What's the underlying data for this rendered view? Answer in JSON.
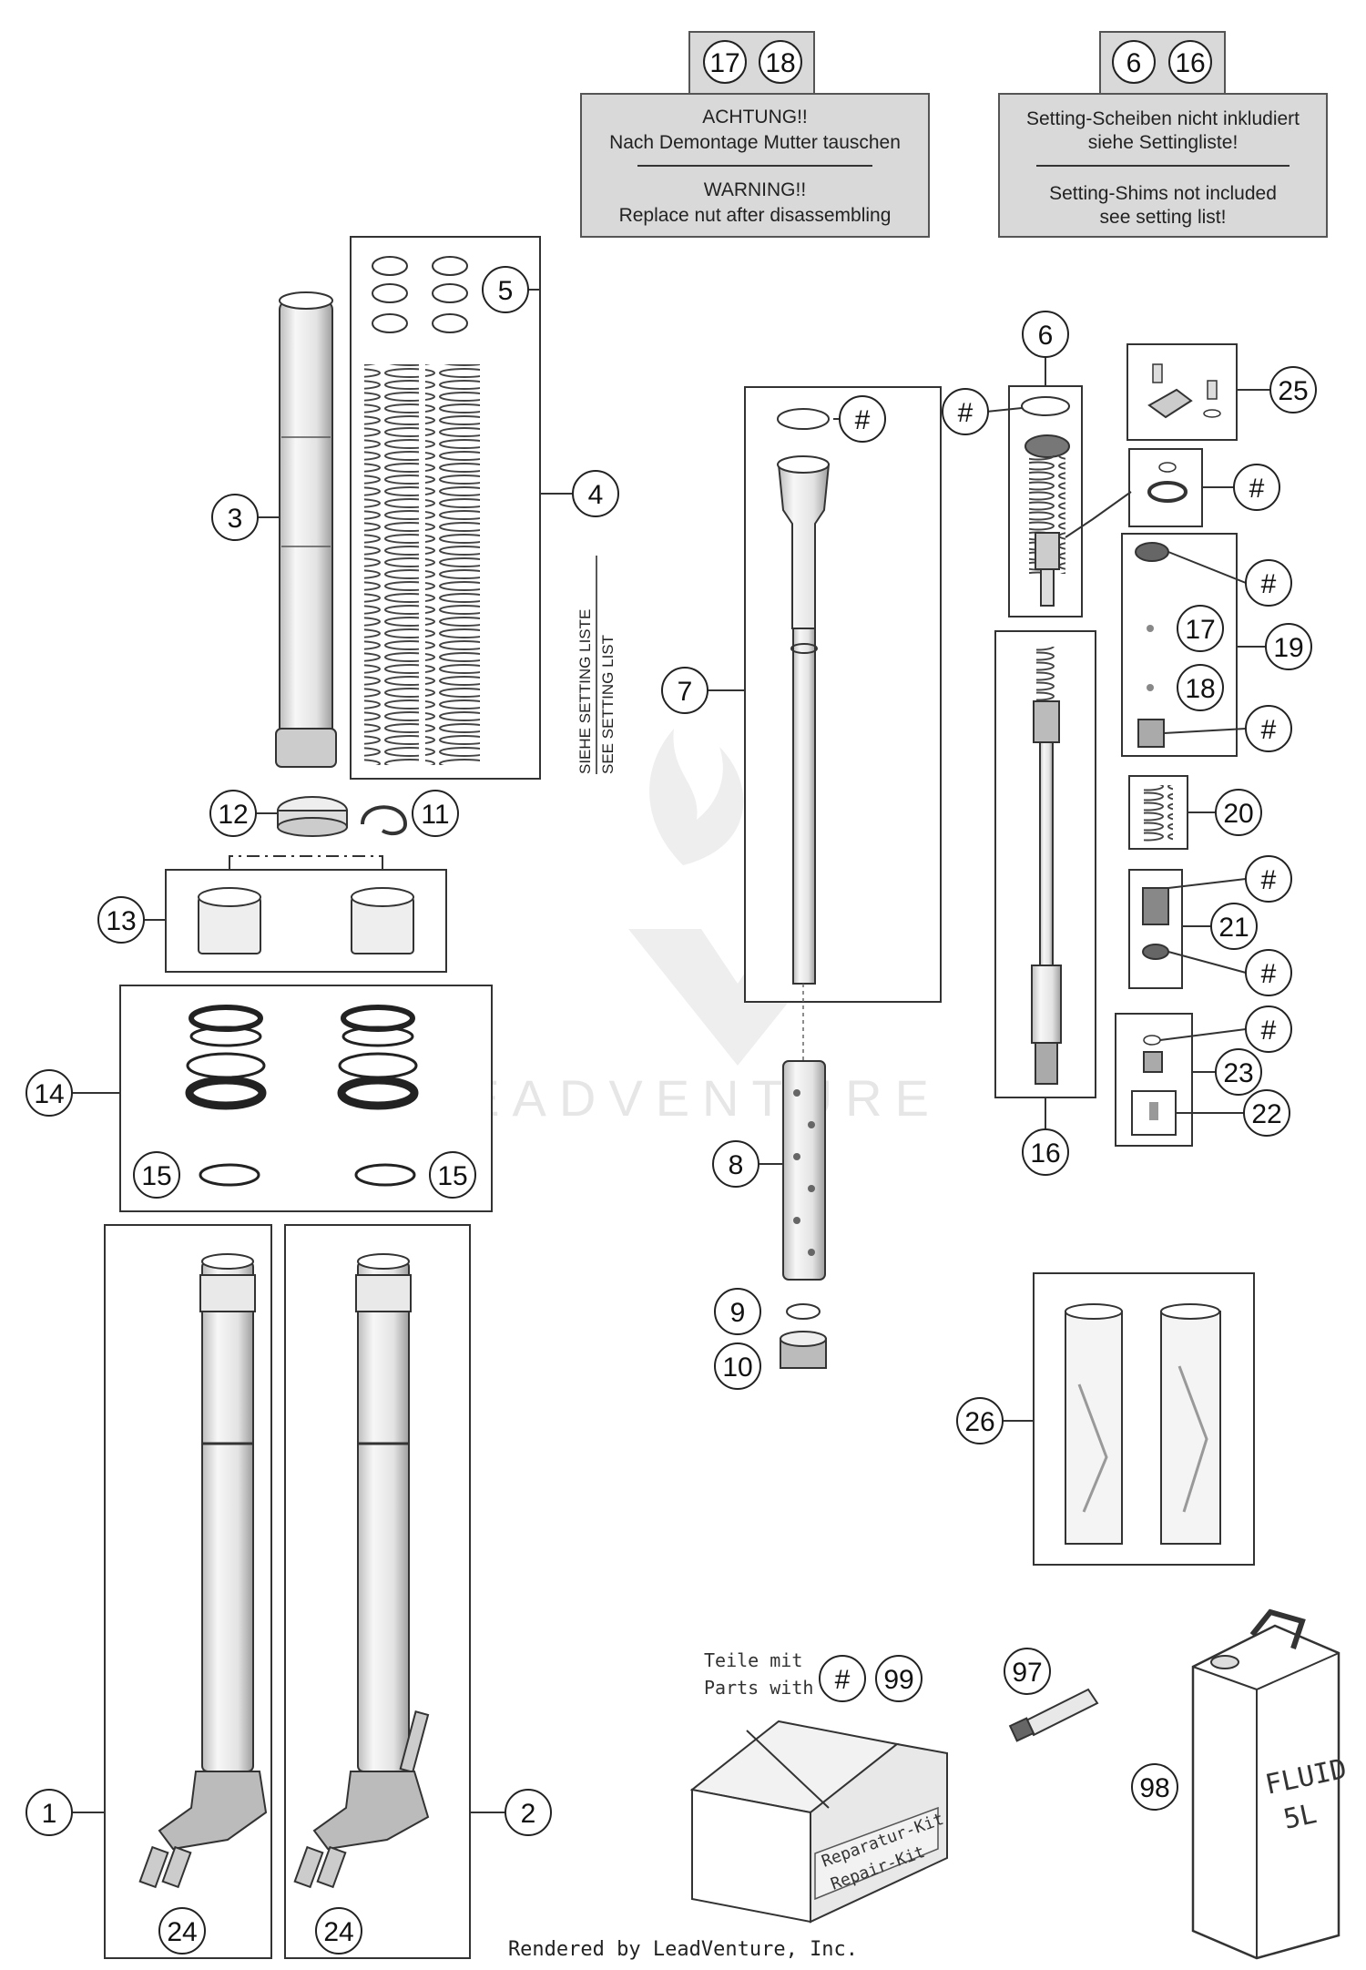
{
  "notices": {
    "nut": {
      "refs": [
        "17",
        "18"
      ],
      "de_title": "ACHTUNG!!",
      "de_text": "Nach Demontage Mutter tauschen",
      "en_title": "WARNING!!",
      "en_text": "Replace nut after disassembling"
    },
    "shims": {
      "refs": [
        "6",
        "16"
      ],
      "de_line1": "Setting-Scheiben nicht inkludiert",
      "de_line2": "siehe Settingliste!",
      "en_line1": "Setting-Shims not included",
      "en_line2": "see setting list!"
    }
  },
  "setting_list": {
    "de": "SIEHE SETTING LISTE",
    "en": "SEE SETTING LIST"
  },
  "callouts": {
    "c1": "1",
    "c2": "2",
    "c3": "3",
    "c4": "4",
    "c5": "5",
    "c6": "6",
    "c7": "7",
    "c8": "8",
    "c9": "9",
    "c10": "10",
    "c11": "11",
    "c12": "12",
    "c13": "13",
    "c14": "14",
    "c15": "15",
    "c16": "16",
    "c17": "17",
    "c18": "18",
    "c19": "19",
    "c20": "20",
    "c21": "21",
    "c22": "22",
    "c23": "23",
    "c24": "24",
    "c25": "25",
    "c26": "26",
    "c97": "97",
    "c98": "98",
    "c99": "99",
    "hash": "#"
  },
  "parts_with": {
    "de": "Teile mit",
    "en": "Parts with"
  },
  "box_label": {
    "line1": "Reparatur-Kit",
    "line2": "Repair-Kit"
  },
  "can_label": {
    "line1": "FLUID",
    "line2": "5L"
  },
  "watermark": "LEADVENTURE",
  "footer": "Rendered by LeadVenture, Inc."
}
